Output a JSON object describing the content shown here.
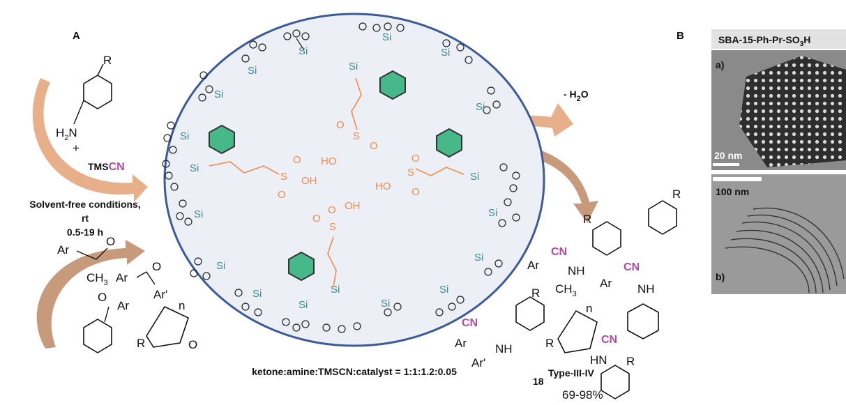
{
  "panel_labels": {
    "a": "A",
    "b": "B"
  },
  "reagents": {
    "tms": "TMS",
    "cn": "CN",
    "plus": "+",
    "h2n": "H",
    "h2n_sub": "2",
    "h2n_n": "N",
    "r": "R"
  },
  "conditions": {
    "line1": "Solvent-free conditions,",
    "line2": "rt",
    "line3": "0.5-19 h"
  },
  "ketones": {
    "ar": "Ar",
    "ch3": "CH",
    "ch3_sub": "3",
    "o": "O",
    "ar_prime": "Ar'",
    "n": "n"
  },
  "byproduct": {
    "minus": "- H",
    "sub": "2",
    "o": "O"
  },
  "ratio": "ketone:amine:TMSCN:catalyst = 1:1:1.2:0.05",
  "products": {
    "compound_no": "18",
    "type": "Type-III-IV",
    "yield": "69-98%",
    "nh": "NH",
    "hn": "HN"
  },
  "silica": {
    "si": "Si",
    "o": "O",
    "oh": "OH",
    "ho": "HO",
    "s": "S"
  },
  "tem": {
    "title_main": "SBA-15-Ph-Pr-SO",
    "title_sub": "3",
    "title_end": "H",
    "a_label": "a)",
    "b_label": "b)",
    "scale_a": "20 nm",
    "scale_b": "100 nm"
  },
  "colors": {
    "sphere_fill": "#eceff6",
    "sphere_stroke": "#3a5a9a",
    "arrow": "#e8b08a",
    "arrow_dark": "#c4926e",
    "phenyl": "#46b88a",
    "si": "#3d8a91",
    "acid": "#f08a4b",
    "cn": "#b04aa3"
  }
}
